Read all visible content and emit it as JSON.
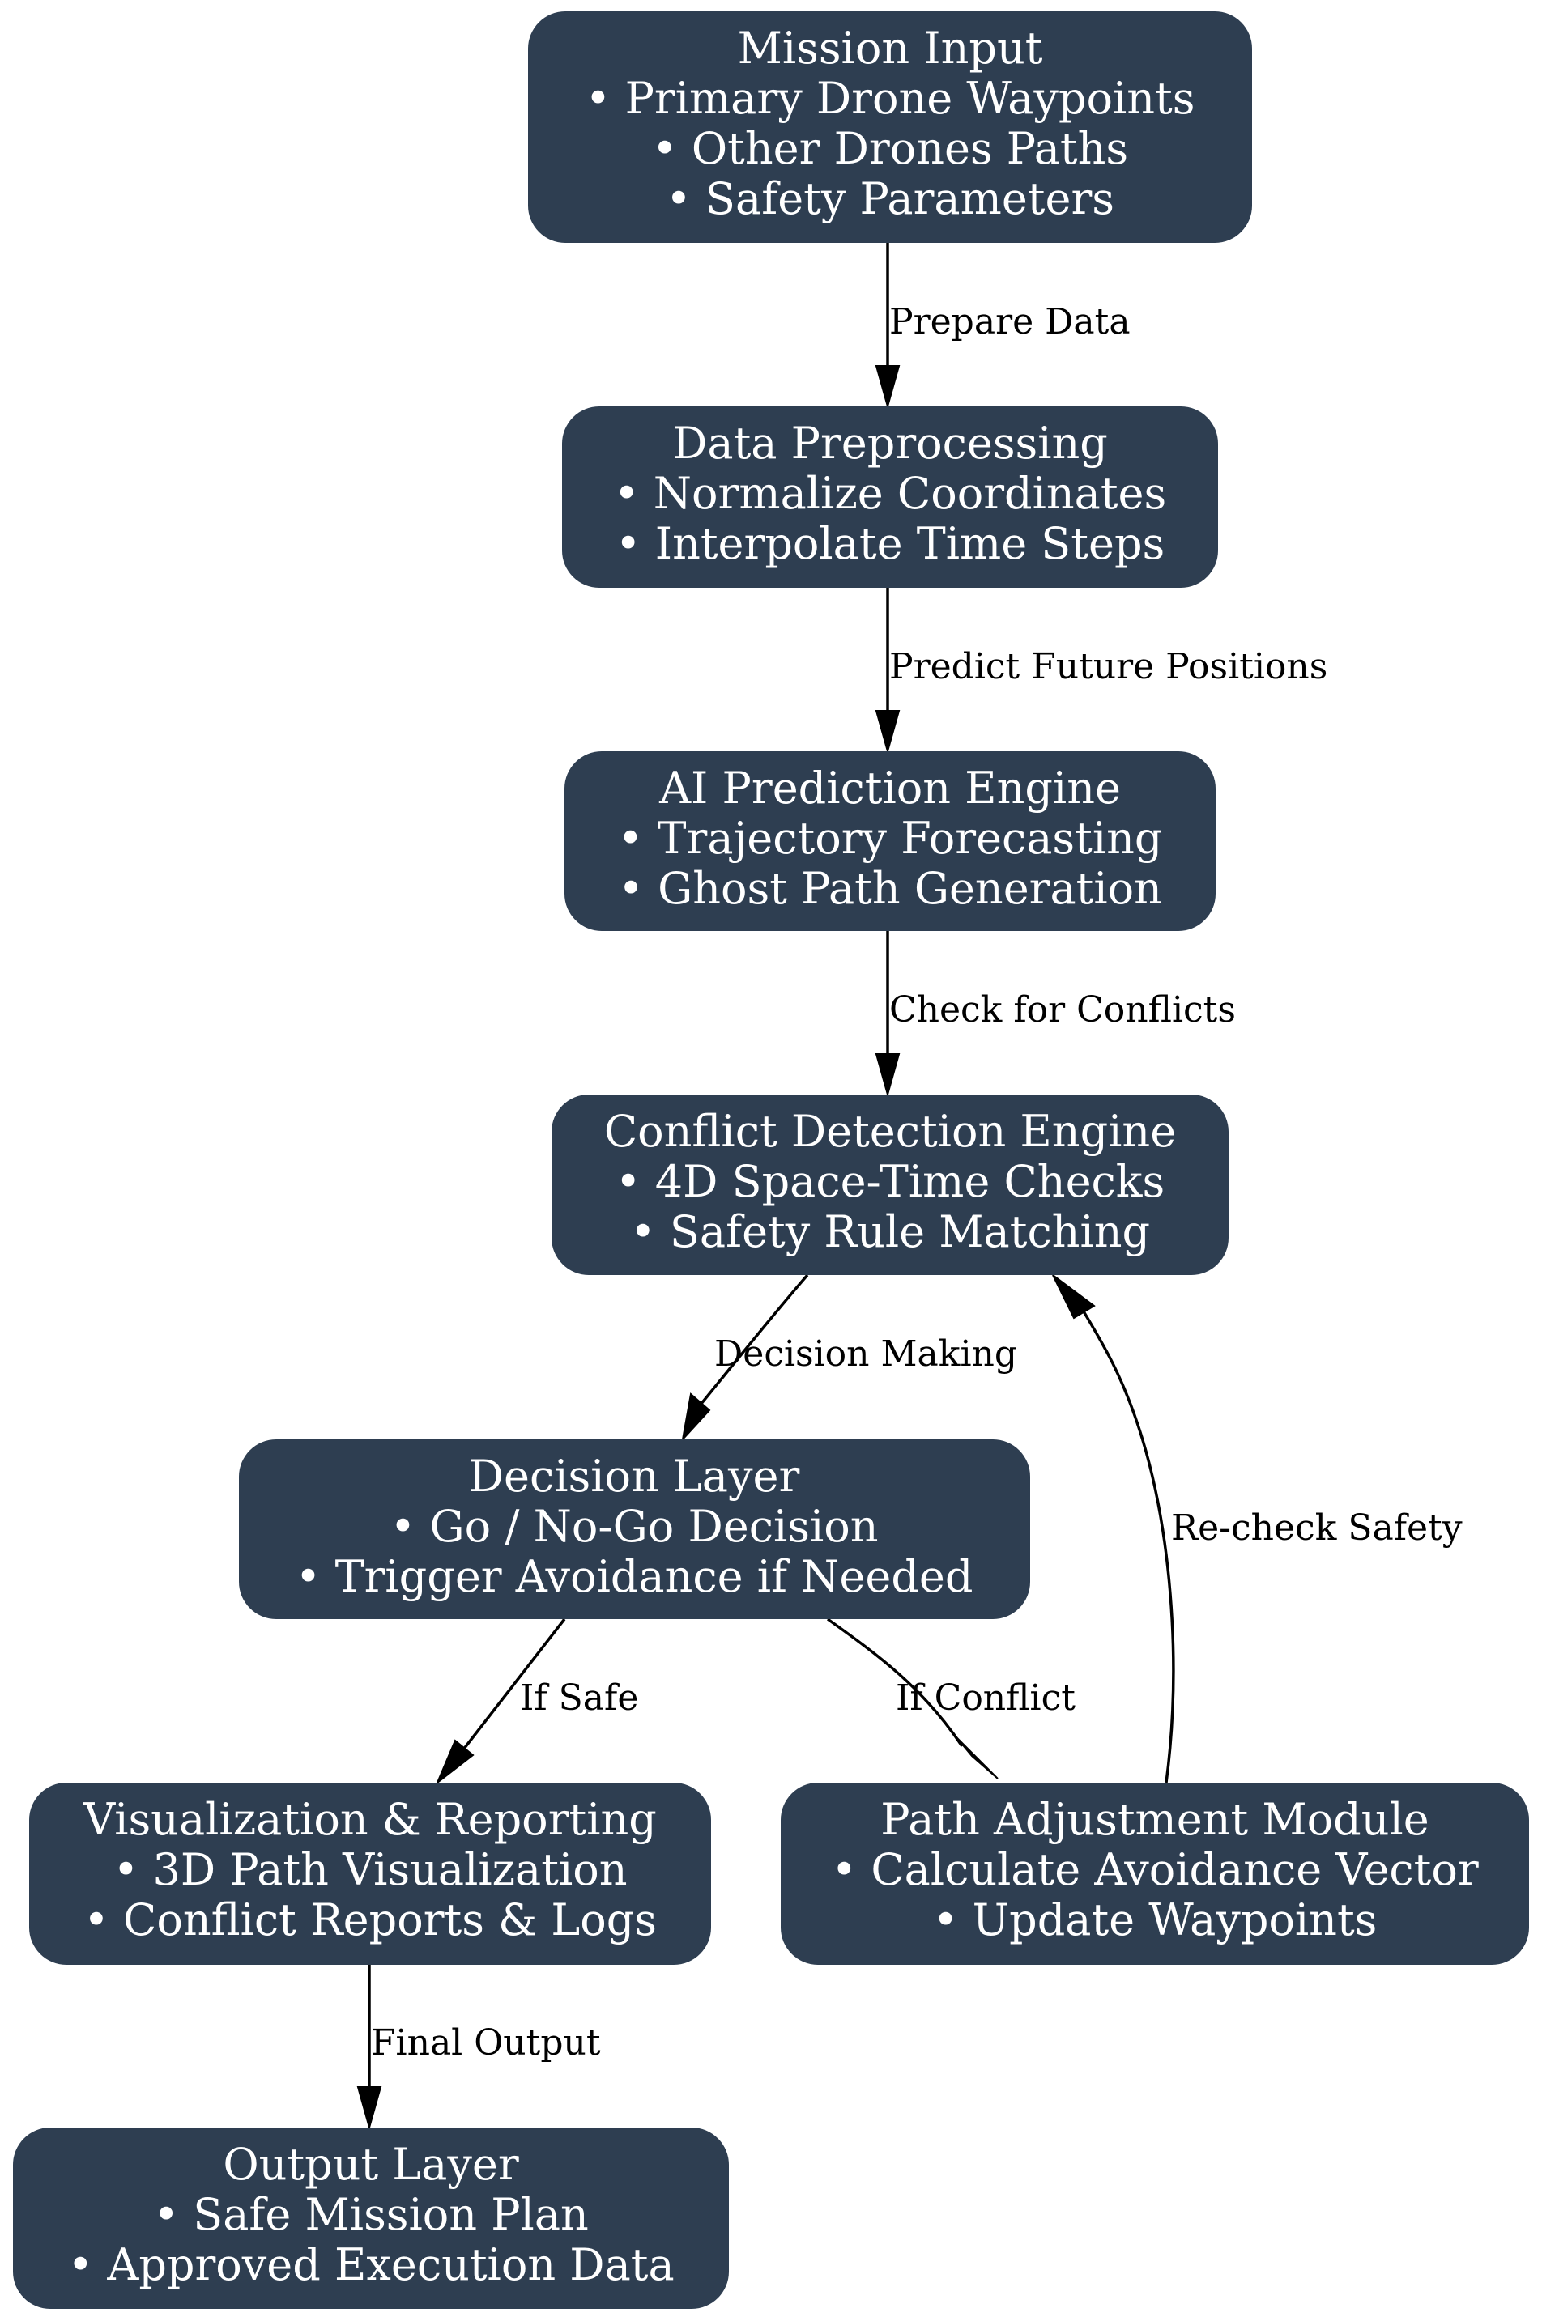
{
  "nodes": [
    {
      "id": "mission-input",
      "title": "Mission Input",
      "items": [
        "• Primary Drone Waypoints",
        "• Other Drones Paths",
        "• Safety Parameters"
      ]
    },
    {
      "id": "data-preprocessing",
      "title": "Data Preprocessing",
      "items": [
        "• Normalize Coordinates",
        "• Interpolate Time Steps"
      ]
    },
    {
      "id": "ai-prediction-engine",
      "title": "AI Prediction Engine",
      "items": [
        "• Trajectory Forecasting",
        "• Ghost Path Generation"
      ]
    },
    {
      "id": "conflict-detection-engine",
      "title": "Conflict Detection Engine",
      "items": [
        "• 4D Space-Time Checks",
        "• Safety Rule Matching"
      ]
    },
    {
      "id": "decision-layer",
      "title": "Decision Layer",
      "items": [
        "• Go / No-Go Decision",
        "• Trigger Avoidance if Needed"
      ]
    },
    {
      "id": "visualization-reporting",
      "title": "Visualization & Reporting",
      "items": [
        "• 3D Path Visualization",
        "• Conflict Reports & Logs"
      ]
    },
    {
      "id": "path-adjustment-module",
      "title": "Path Adjustment Module",
      "items": [
        "• Calculate Avoidance Vector",
        "• Update Waypoints"
      ]
    },
    {
      "id": "output-layer",
      "title": "Output Layer",
      "items": [
        "• Safe Mission Plan",
        "• Approved Execution Data"
      ]
    }
  ],
  "edges": [
    {
      "from": "mission-input",
      "to": "data-preprocessing",
      "label": "Prepare Data"
    },
    {
      "from": "data-preprocessing",
      "to": "ai-prediction-engine",
      "label": "Predict Future Positions"
    },
    {
      "from": "ai-prediction-engine",
      "to": "conflict-detection-engine",
      "label": "Check for Conflicts"
    },
    {
      "from": "conflict-detection-engine",
      "to": "decision-layer",
      "label": "Decision Making"
    },
    {
      "from": "decision-layer",
      "to": "visualization-reporting",
      "label": "If Safe"
    },
    {
      "from": "decision-layer",
      "to": "path-adjustment-module",
      "label": "If Conflict"
    },
    {
      "from": "path-adjustment-module",
      "to": "conflict-detection-engine",
      "label": "Re-check Safety"
    },
    {
      "from": "visualization-reporting",
      "to": "output-layer",
      "label": "Final Output"
    }
  ],
  "colors": {
    "node_fill": "#2e3e51",
    "node_text": "#ffffff",
    "edge": "#000000"
  }
}
